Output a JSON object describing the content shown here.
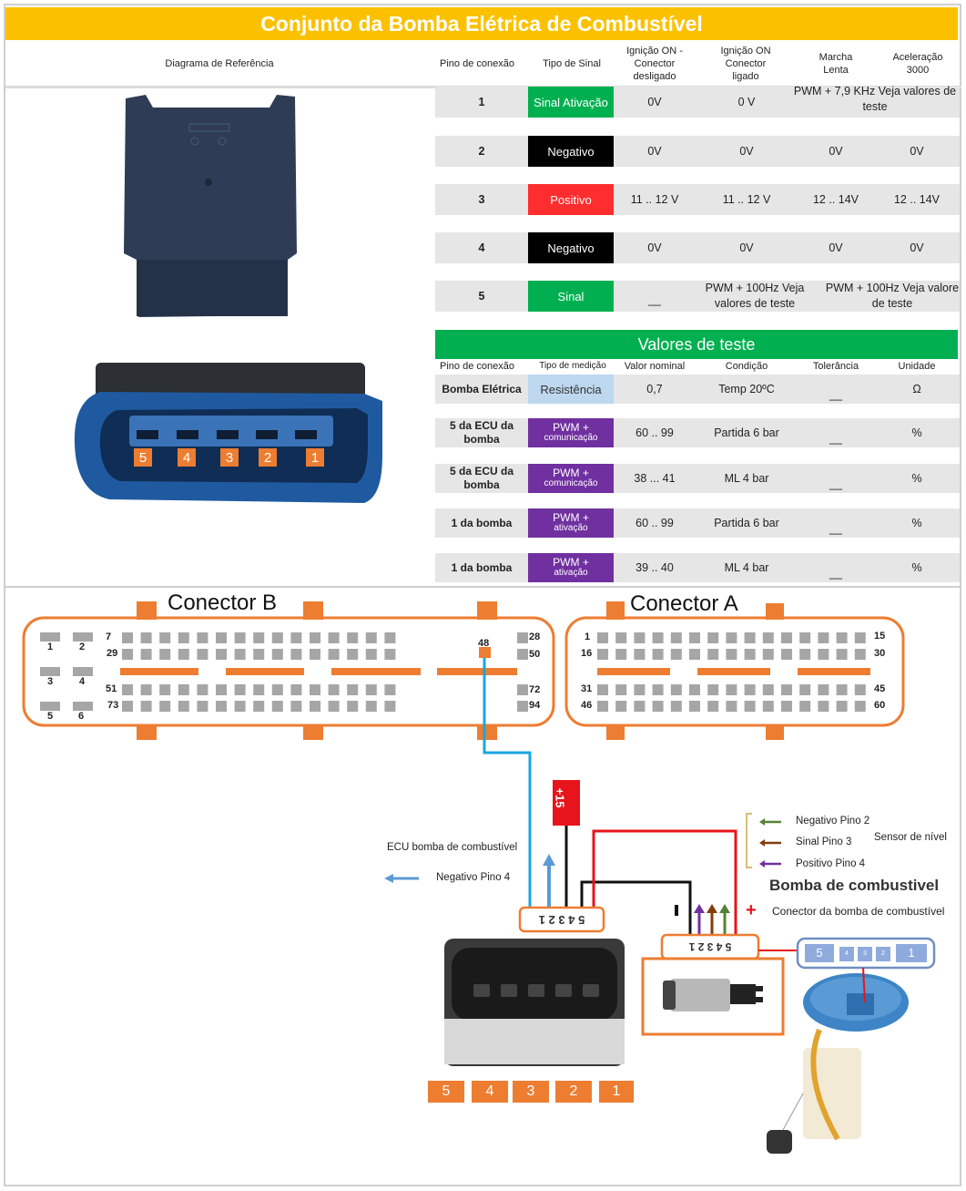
{
  "title": "Conjunto da Bomba Elétrica de Combustível",
  "header": {
    "reference": "Diagrama de Referência",
    "pin": "Pino de conexão",
    "signal_type": "Tipo de Sinal",
    "ign_off": "Ignição ON - Conector desligado",
    "ign_on": "Ignição ON Conector ligado",
    "idle": "Marcha Lenta",
    "accel": "Aceleração 3000"
  },
  "pin_rows": [
    {
      "pin": "1",
      "type": "Sinal Ativação",
      "color": "#00b050",
      "ign_off": "0V",
      "ign_on": "0 V",
      "merged": "PWM + 7,9 KHz Veja valores de teste"
    },
    {
      "pin": "2",
      "type": "Negativo",
      "color": "#000000",
      "ign_off": "0V",
      "ign_on": "0V",
      "idle": "0V",
      "accel": "0V"
    },
    {
      "pin": "3",
      "type": "Positivo",
      "color": "#ff2d2d",
      "ign_off": "11 .. 12 V",
      "ign_on": "11 .. 12 V",
      "idle": "12 .. 14V",
      "accel": "12 .. 14V"
    },
    {
      "pin": "4",
      "type": "Negativo",
      "color": "#000000",
      "ign_off": "0V",
      "ign_on": "0V",
      "idle": "0V",
      "accel": "0V"
    },
    {
      "pin": "5",
      "type": "Sinal",
      "color": "#00b050",
      "ign_off": "__",
      "ign_on": "PWM +  100Hz Veja valores de teste",
      "idle_accel": "PWM +  100Hz Veja valore de teste"
    }
  ],
  "test_values": {
    "title": "Valores de teste",
    "headers": [
      "Pino de conexão",
      "Tipo de medição",
      "Valor nominal",
      "Condição",
      "Tolerância",
      "Unidade"
    ],
    "rows": [
      {
        "pin": "Bomba Elétrica",
        "type": "Resistência",
        "type_sub": "",
        "color": "#bdd7ee",
        "nominal": "0,7",
        "condition": "Temp 20ºC",
        "tolerance": "__",
        "unit": "Ω"
      },
      {
        "pin": "5 da ECU da bomba",
        "type": "PWM +",
        "type_sub": "comunicação",
        "color": "#7030a0",
        "nominal": "60 .. 99",
        "condition": "Partida 6 bar",
        "tolerance": "__",
        "unit": "%"
      },
      {
        "pin": "5 da ECU da bomba",
        "type": "PWM +",
        "type_sub": "comunicação",
        "color": "#7030a0",
        "nominal": "38 ... 41",
        "condition": "ML  4 bar",
        "tolerance": "__",
        "unit": "%"
      },
      {
        "pin": "1 da bomba",
        "type": "PWM +",
        "type_sub": "ativação",
        "color": "#7030a0",
        "nominal": "60 .. 99",
        "condition": "Partida 6 bar",
        "tolerance": "__",
        "unit": "%"
      },
      {
        "pin": "1 da bomba",
        "type": "PWM +",
        "type_sub": "ativação",
        "color": "#7030a0",
        "nominal": "39 .. 40",
        "condition": "ML  4 bar",
        "tolerance": "__",
        "unit": "%"
      }
    ]
  },
  "photo_pins": [
    "5",
    "4",
    "3",
    "2",
    "1"
  ],
  "connector_b": {
    "title": "Conector B",
    "left_pins": [
      "1",
      "2",
      "3",
      "4",
      "5",
      "6"
    ],
    "row_labels": [
      "7",
      "29",
      "51",
      "73"
    ],
    "right_labels": [
      "28",
      "50",
      "72",
      "94"
    ],
    "highlight_pin": "48"
  },
  "connector_a": {
    "title": "Conector A",
    "left_labels": [
      "1",
      "16",
      "31",
      "46"
    ],
    "right_labels": [
      "15",
      "30",
      "45",
      "60"
    ]
  },
  "diagram": {
    "plus15": "+15",
    "ecu_label": "ECU bomba de combustível",
    "neg_pin4": "Negativo Pino 4",
    "ecu_conn_pins": "5 4 3 2 1",
    "sensor_items": [
      "Negativo Pino 2",
      "Sinal Pino 3",
      "Positivo Pino 4"
    ],
    "sensor_label": "Sensor de nível",
    "pump_title": "Bomba de combustivel",
    "pump_conn_label": "Conector da bomba de combustível",
    "pump_conn_pins": "5 4 3 2 1",
    "module_pins": [
      "5",
      "4",
      "3",
      "2",
      "1"
    ],
    "bottom_pins": [
      "5",
      "4",
      "3",
      "2",
      "1"
    ]
  },
  "colors": {
    "title": "#fbc100",
    "green": "#00b050",
    "orange": "#ed7d31",
    "purple": "#7030a0",
    "blue_wire": "#1aa6e0",
    "red_wire": "#e8141b"
  }
}
